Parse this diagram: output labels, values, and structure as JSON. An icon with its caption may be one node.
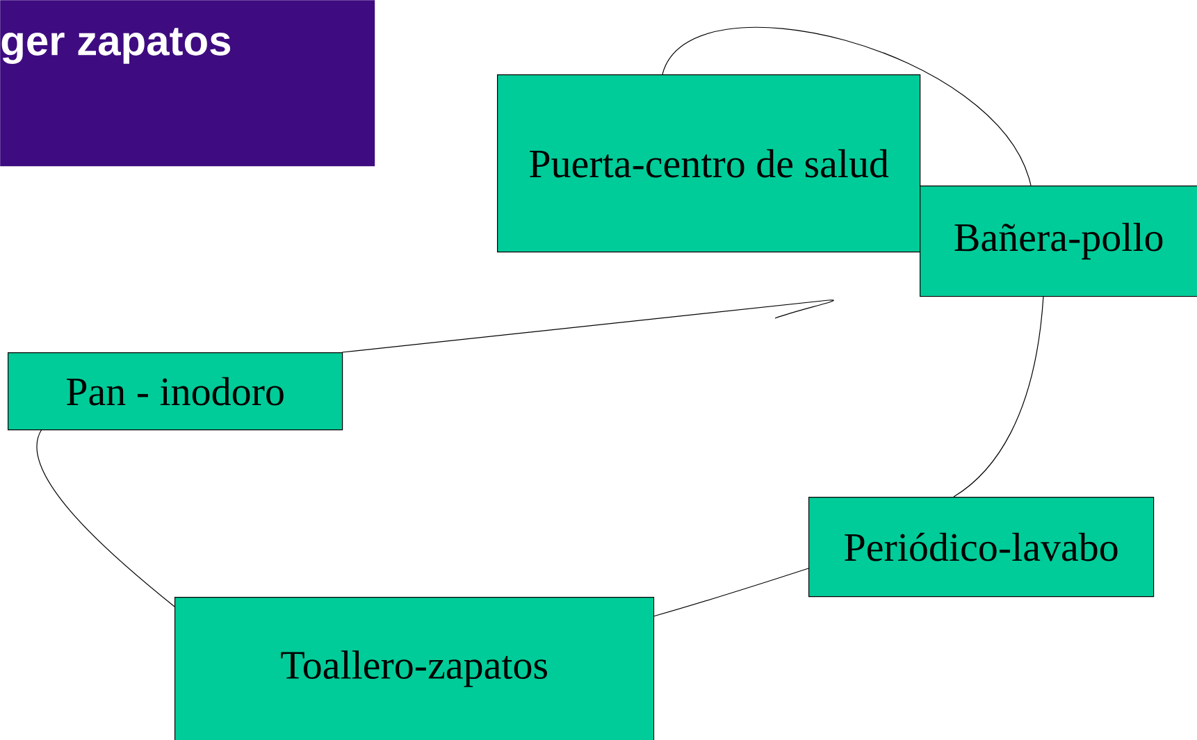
{
  "diagram": {
    "nodes": [
      {
        "text": [
          "ger zapatos"
        ]
      },
      {
        "text": [
          "Puerta-centro de salud"
        ]
      },
      {
        "text": [
          "Bañera-pollo"
        ]
      },
      {
        "text": [
          "Pan - inodoro"
        ]
      },
      {
        "text": [
          "Periódico-lavabo"
        ]
      },
      {
        "text": [
          "Toallero-zapatos"
        ]
      }
    ],
    "edges": [
      {
        "from": 1,
        "to": 2,
        "arrow": "none"
      },
      {
        "from": 2,
        "to": 4,
        "arrow": "none"
      },
      {
        "from": 4,
        "to": 5,
        "arrow": "none"
      },
      {
        "from": 5,
        "to": 3,
        "arrow": "none"
      },
      {
        "from": 3,
        "to": null,
        "arrow": "none"
      }
    ]
  }
}
